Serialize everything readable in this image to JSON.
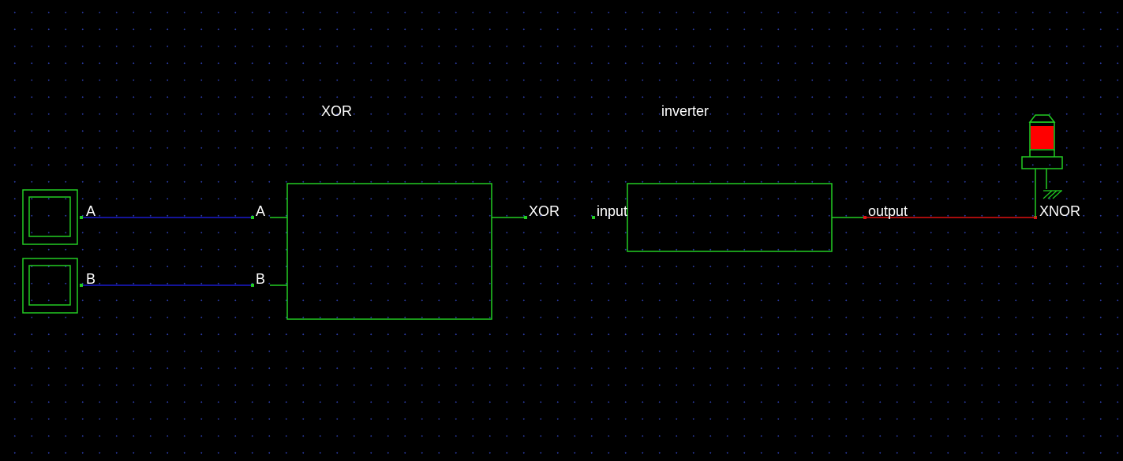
{
  "schematic": {
    "blocks": {
      "xor": {
        "title": "XOR"
      },
      "inverter": {
        "title": "inverter"
      }
    },
    "inputs": [
      {
        "name": "A",
        "state": "off"
      },
      {
        "name": "B",
        "state": "off"
      }
    ],
    "pins": {
      "xor_in_a": "A",
      "xor_in_b": "B",
      "xor_out": "XOR",
      "inv_in": "input",
      "inv_out": "output",
      "probe": "XNOR"
    },
    "probe": {
      "name": "XNOR",
      "state": "high"
    },
    "colors": {
      "background": "#000000",
      "grid_dots": "#2a3aa0",
      "component": "#22cc22",
      "wire_low": "#1a1acc",
      "wire_high": "#dd1111",
      "text": "#ffffff"
    }
  }
}
